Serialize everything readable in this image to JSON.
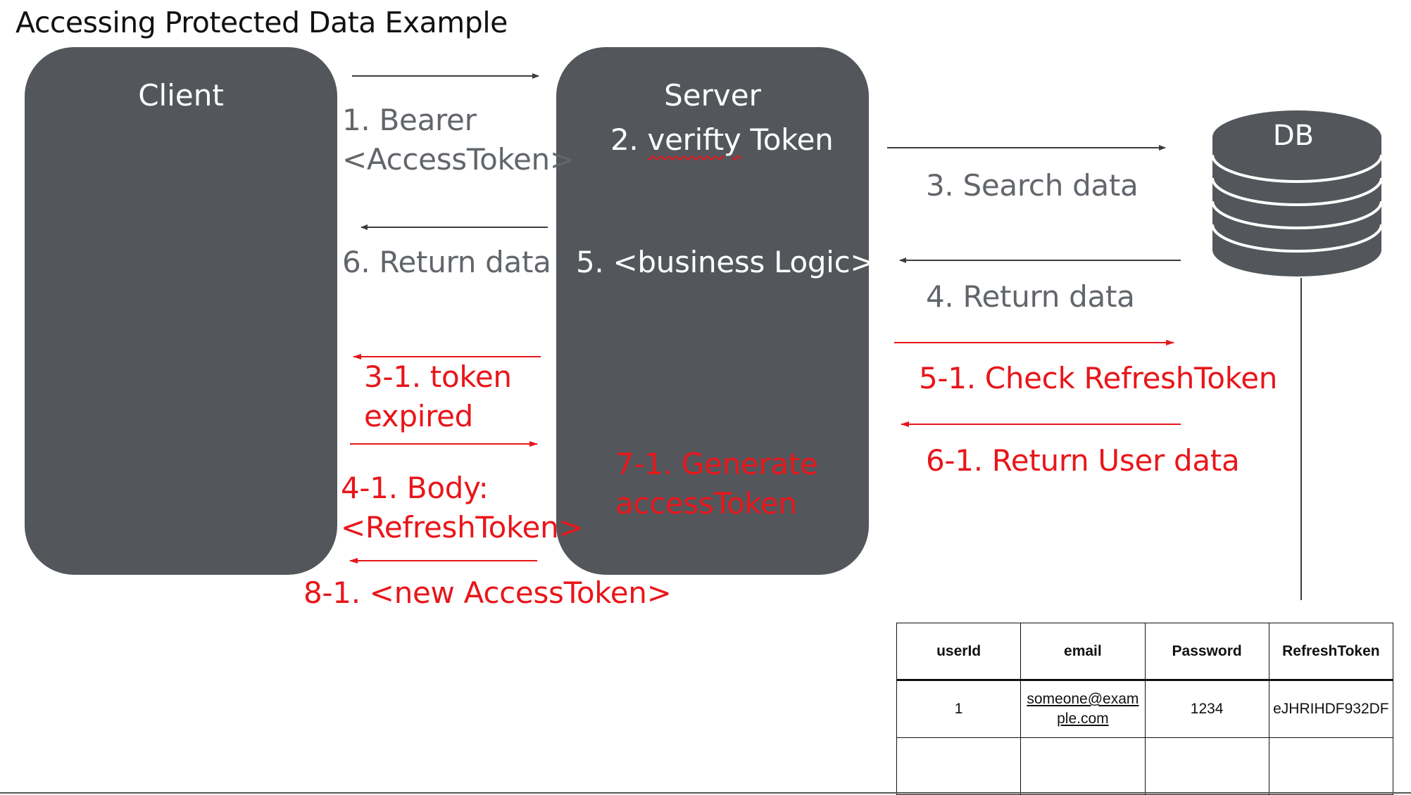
{
  "title": "Accessing Protected Data Example",
  "nodes": {
    "client": "Client",
    "server": "Server",
    "db": "DB"
  },
  "labels": {
    "step1": [
      "1. Bearer",
      "<AccessToken>"
    ],
    "step2_prefix": "2. ",
    "step2_word": "verifty",
    "step2_suffix": " Token",
    "step3": "3. Search data",
    "step4": "4. Return data",
    "step5": "5. <business Logic>",
    "step6": "6. Return data",
    "step3_1": [
      "3-1. token",
      "expired"
    ],
    "step4_1": [
      "4-1. Body:",
      "<RefreshToken>"
    ],
    "step5_1": "5-1. Check RefreshToken",
    "step6_1": "6-1. Return User data",
    "step7_1": [
      "7-1. Generate",
      "accessToken"
    ],
    "step8_1": "8-1. <new AccessToken>"
  },
  "table": {
    "headers": [
      "userId",
      "email",
      "Password",
      "RefreshToken"
    ],
    "rows": [
      [
        "1",
        "someone@example.com",
        "1234",
        "eJHRIHDF932DF"
      ],
      [
        "",
        "",
        "",
        ""
      ]
    ]
  },
  "colors": {
    "box": "#53575c",
    "red": "#e8161a",
    "gray_text": "#62666b",
    "arrow_gray": "#3a3d40"
  }
}
